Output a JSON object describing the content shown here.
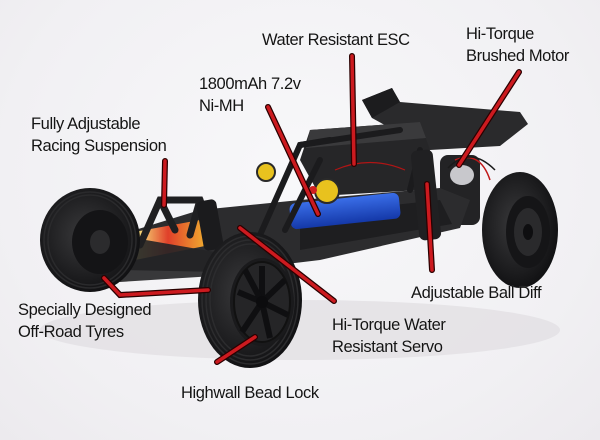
{
  "image": {
    "subject": "RC off-road buggy product photo with feature callouts",
    "background_color": "#f4f3f5",
    "pointer_color": "#c0141a",
    "pointer_outline": "#3a0000"
  },
  "callouts": [
    {
      "id": "esc",
      "lines": [
        "Water Resistant ESC"
      ]
    },
    {
      "id": "motor",
      "lines": [
        "Hi-Torque",
        "Brushed Motor"
      ]
    },
    {
      "id": "battery",
      "lines": [
        "1800mAh 7.2v",
        "Ni-MH"
      ]
    },
    {
      "id": "suspension",
      "lines": [
        "Fully Adjustable",
        "Racing Suspension"
      ]
    },
    {
      "id": "diff",
      "lines": [
        "Adjustable Ball Diff"
      ]
    },
    {
      "id": "tyres",
      "lines": [
        "Specially Designed",
        "Off-Road Tyres"
      ]
    },
    {
      "id": "servo",
      "lines": [
        "Hi-Torque Water",
        "Resistant Servo"
      ]
    },
    {
      "id": "beadlock",
      "lines": [
        "Highwall Bead Lock"
      ]
    }
  ]
}
